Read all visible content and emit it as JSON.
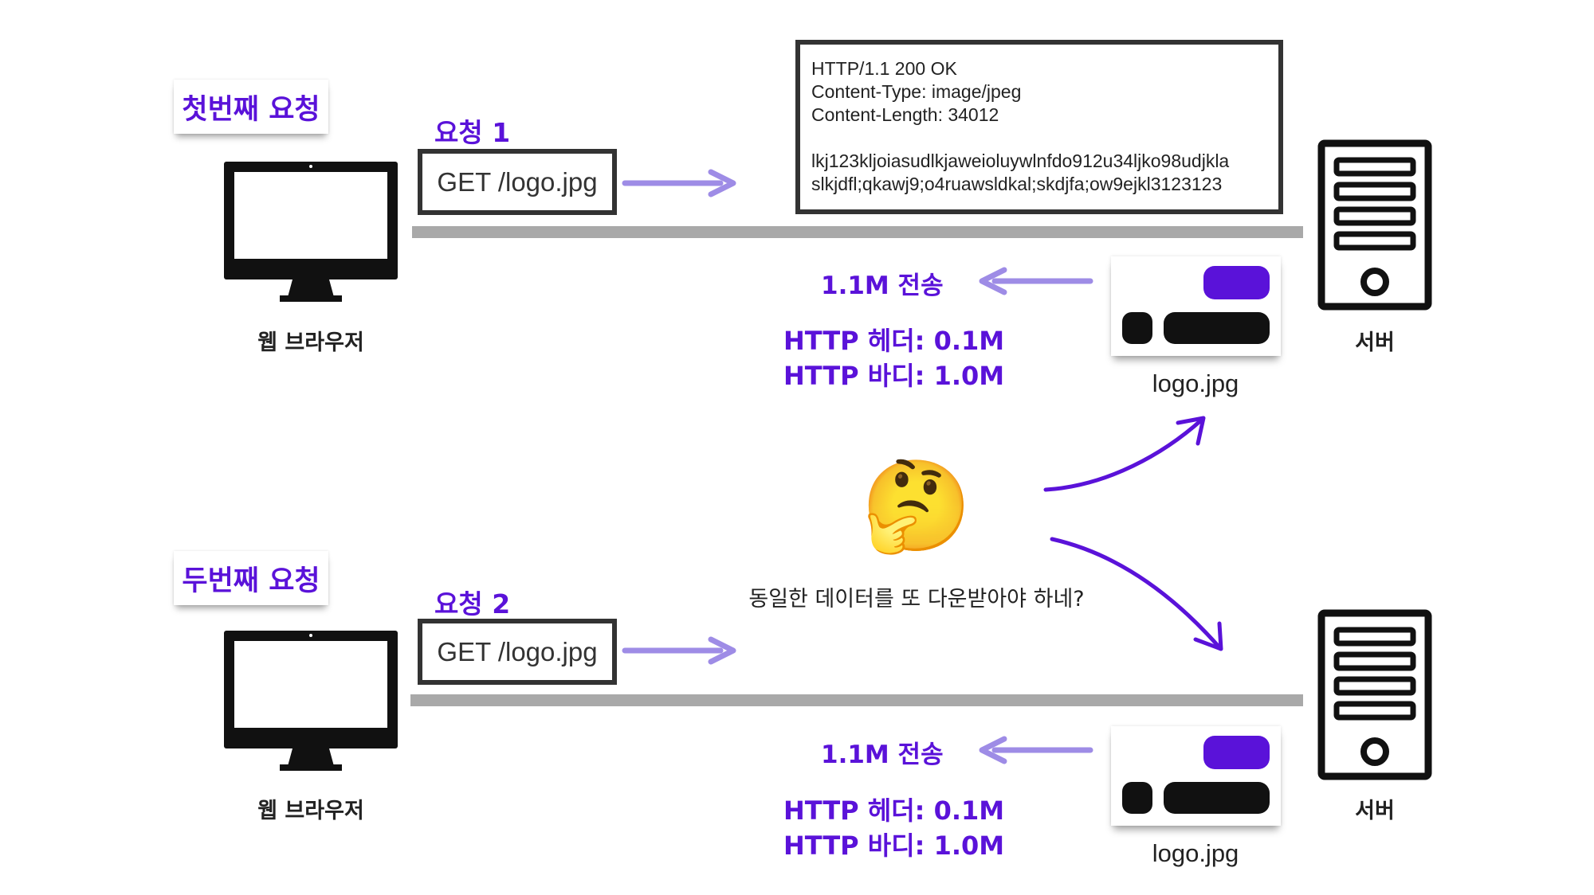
{
  "first_request": {
    "note": "첫번째 요청",
    "request_label": "요청 1",
    "request_line": "GET /logo.jpg",
    "client_label": "웹 브라우저",
    "server_label": "서버",
    "response_lines": [
      "HTTP/1.1 200 OK",
      "Content-Type: image/jpeg",
      "Content-Length: 34012",
      "",
      "lkj123kljoiasudlkjaweioluywlnfdo912u34ljko98udjkla",
      "slkjdfl;qkawj9;o4ruawsldkal;skdjfa;ow9ejkl3123123"
    ],
    "transfer_label": "1.1M 전송",
    "header_size": "HTTP 헤더: 0.1M",
    "body_size": "HTTP 바디: 1.0M",
    "file_name": "logo.jpg"
  },
  "second_request": {
    "note": "두번째 요청",
    "request_label": "요청 2",
    "request_line": "GET /logo.jpg",
    "client_label": "웹 브라우저",
    "server_label": "서버",
    "transfer_label": "1.1M 전송",
    "header_size": "HTTP 헤더: 0.1M",
    "body_size": "HTTP 바디: 1.0M",
    "file_name": "logo.jpg"
  },
  "thinking": {
    "emoji": "🤔",
    "question": "동일한 데이터를 또 다운받아야 하네?"
  },
  "colors": {
    "accent": "#5a12d9",
    "arrow": "#9e8ce6",
    "dark": "#111111",
    "bar": "#a9a9a9"
  },
  "icons": [
    "monitor-icon",
    "server-icon",
    "image-file-icon",
    "thinking-face-icon",
    "arrow-right-icon",
    "arrow-left-icon",
    "curved-arrow-icon"
  ]
}
